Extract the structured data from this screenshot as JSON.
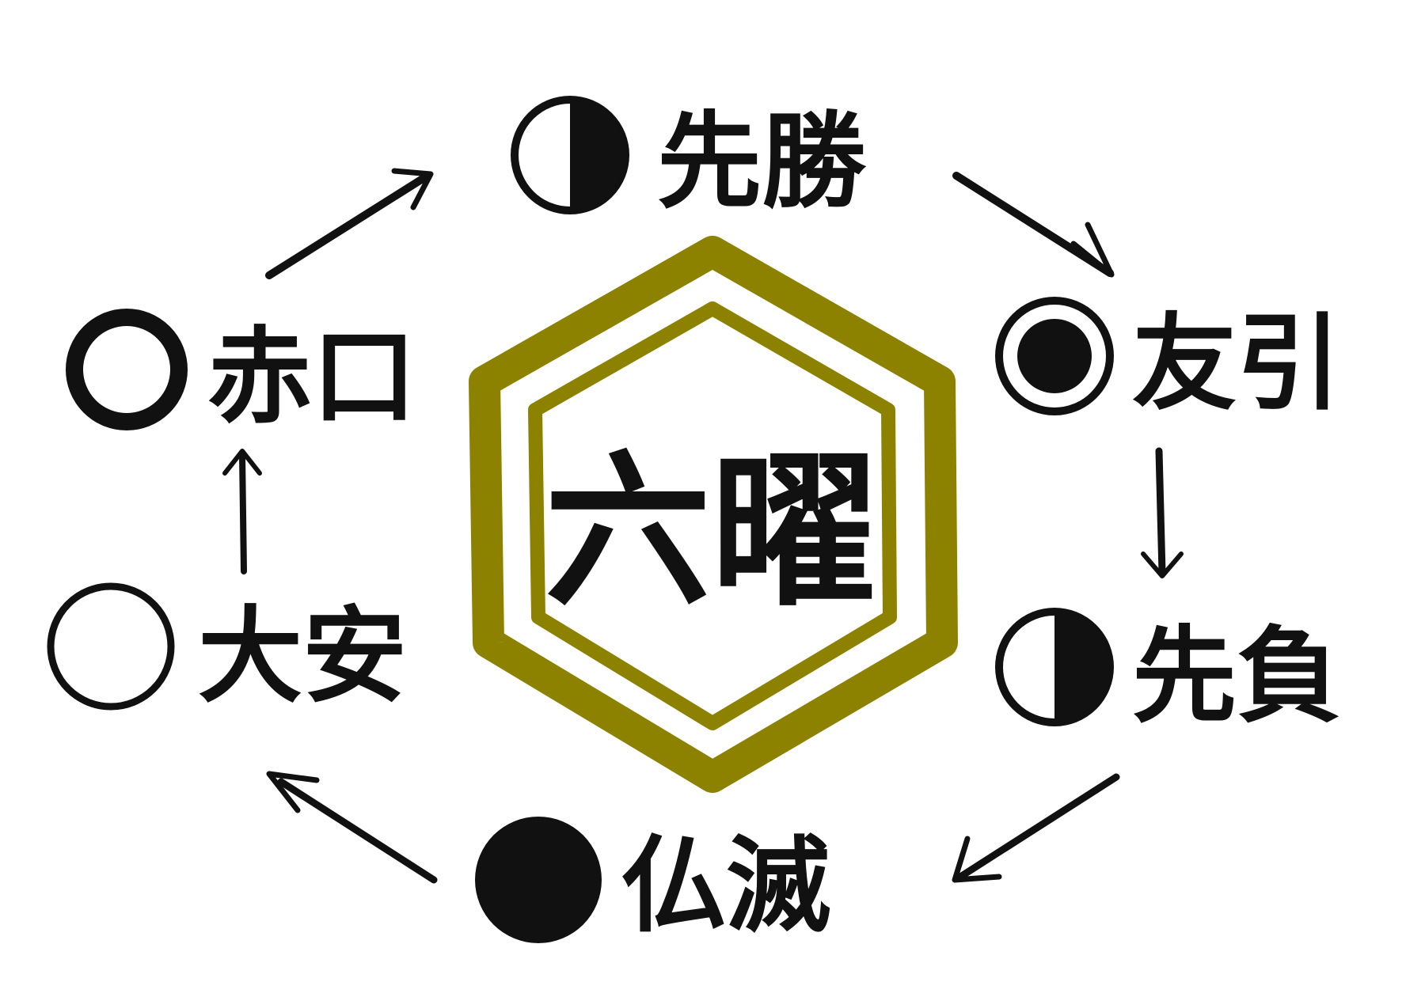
{
  "center_title": "六曜",
  "colors": {
    "ink": "#111111",
    "emblem": "#8C8200",
    "background": "#ffffff"
  },
  "cycle_order": [
    "sensho",
    "tomobiki",
    "senbu",
    "butsumetsu",
    "taian",
    "shakko"
  ],
  "nodes": {
    "sensho": {
      "label": "先勝",
      "symbol": "half-right-filled-circle-icon"
    },
    "tomobiki": {
      "label": "友引",
      "symbol": "bullseye-circle-icon"
    },
    "senbu": {
      "label": "先負",
      "symbol": "half-right-filled-circle-icon"
    },
    "butsumetsu": {
      "label": "仏滅",
      "symbol": "filled-circle-icon"
    },
    "taian": {
      "label": "大安",
      "symbol": "open-circle-icon"
    },
    "shakko": {
      "label": "赤口",
      "symbol": "thick-ring-icon"
    }
  }
}
